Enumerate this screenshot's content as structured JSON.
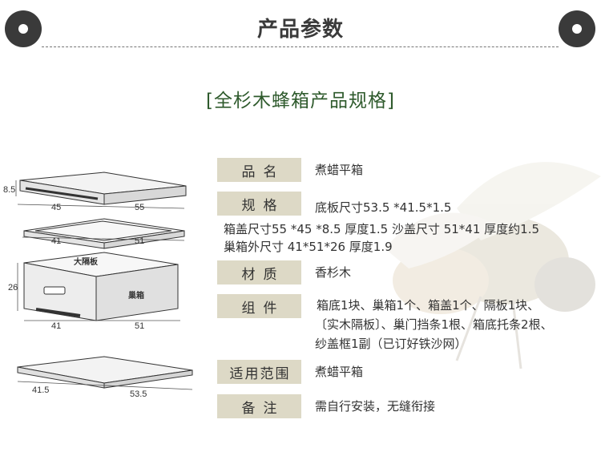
{
  "header": {
    "title": "产品参数"
  },
  "subtitle": "[全杉木蜂箱产品规格]",
  "diagram": {
    "lid_height": "8.5",
    "lid_width": "45",
    "lid_length": "55",
    "inner_cover_width": "41",
    "inner_cover_length": "51",
    "divider_label": "大隔板",
    "box_height": "26",
    "box_label": "巢箱",
    "box_width": "41",
    "box_length": "51",
    "bottom_width": "41.5",
    "bottom_length": "53.5"
  },
  "specs": {
    "name": {
      "label": "品名",
      "value": "煮蜡平箱"
    },
    "size": {
      "label": "规格",
      "line1": "底板尺寸53.5 *41.5*1.5",
      "line2": "箱盖尺寸55 *45 *8.5 厚度1.5  沙盖尺寸 51*41 厚度约1.5",
      "line3": "巢箱外尺寸 41*51*26 厚度1.9"
    },
    "material": {
      "label": "材质",
      "value": "香杉木"
    },
    "components": {
      "label": "组件",
      "line1": "箱底1块、巢箱1个、箱盖1个、隔板1块、",
      "line2": "〔实木隔板〕、巢门挡条1根、箱底托条2根、",
      "line3": "纱盖框1副（已订好铁沙网）"
    },
    "scope": {
      "label": "适用范围",
      "value": "煮蜡平箱"
    },
    "note": {
      "label": "备注",
      "value": "需自行安装，无缝衔接"
    }
  }
}
